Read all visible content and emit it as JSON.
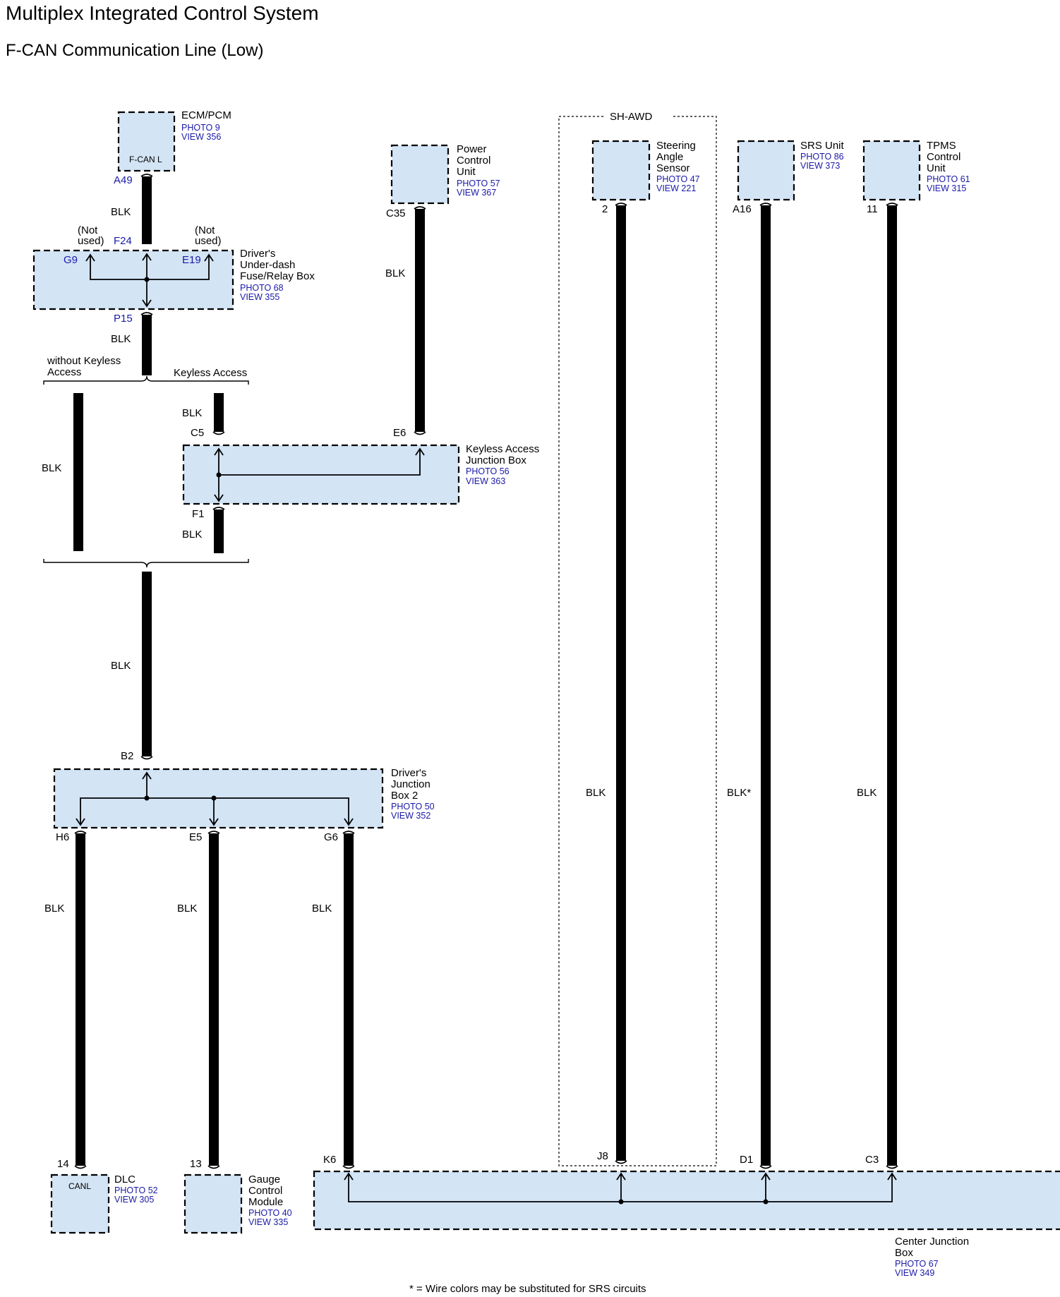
{
  "title": "Multiplex Integrated Control System",
  "subtitle": "F-CAN Communication Line (Low)",
  "footnote": "* =  Wire colors may be substituted for SRS circuits",
  "wire_color": "BLK",
  "wire_color_srs": "BLK*",
  "sh_awd": "SH-AWD",
  "colors": {
    "box_fill": "#d3e4f5",
    "ref_text": "#1a1aa8",
    "wire": "#000000"
  },
  "components": {
    "ecm": {
      "name": "ECM/PCM",
      "photo": "PHOTO 9",
      "view": "VIEW 356",
      "inner": "F-CAN L",
      "pin": "A49"
    },
    "pcu": {
      "name_lines": [
        "Power",
        "Control",
        "Unit"
      ],
      "photo": "PHOTO 57",
      "view": "VIEW 367",
      "pin": "C35"
    },
    "fuse": {
      "name_lines": [
        "Driver's",
        "Under-dash",
        "Fuse/Relay Box"
      ],
      "photo": "PHOTO 68",
      "view": "VIEW 355",
      "pin_in": "F24",
      "pin_left": "G9",
      "pin_right": "E19",
      "pin_out": "P15",
      "not_used_1": "(Not",
      "not_used_2": "used)"
    },
    "keyless": {
      "name_lines": [
        "Keyless Access",
        "Junction Box"
      ],
      "photo": "PHOTO 56",
      "view": "VIEW 363",
      "pin_in": "C5",
      "pin_pcu": "E6",
      "pin_out": "F1"
    },
    "branch": {
      "without": [
        "without Keyless",
        "Access"
      ],
      "with": "Keyless Access"
    },
    "djb2": {
      "name_lines": [
        "Driver's",
        "Junction",
        "Box 2"
      ],
      "photo": "PHOTO 50",
      "view": "VIEW 352",
      "pin_in": "B2",
      "pin_h6": "H6",
      "pin_e5": "E5",
      "pin_g6": "G6"
    },
    "steering": {
      "name_lines": [
        "Steering",
        "Angle",
        "Sensor"
      ],
      "photo": "PHOTO 47",
      "view": "VIEW 221",
      "pin": "2"
    },
    "srs": {
      "name": "SRS Unit",
      "photo": "PHOTO 86",
      "view": "VIEW 373",
      "pin": "A16"
    },
    "tpms": {
      "name_lines": [
        "TPMS",
        "Control",
        "Unit"
      ],
      "photo": "PHOTO 61",
      "view": "VIEW 315",
      "pin": "11"
    },
    "dlc": {
      "name": "DLC",
      "photo": "PHOTO 52",
      "view": "VIEW 305",
      "inner": "CANL",
      "pin": "14"
    },
    "gauge": {
      "name_lines": [
        "Gauge",
        "Control",
        "Module"
      ],
      "photo": "PHOTO 40",
      "view": "VIEW 335",
      "pin": "13"
    },
    "cjb": {
      "name_lines": [
        "Center Junction",
        "Box"
      ],
      "photo": "PHOTO 67",
      "view": "VIEW 349",
      "pin_k6": "K6",
      "pin_j8": "J8",
      "pin_d1": "D1",
      "pin_c3": "C3"
    }
  }
}
